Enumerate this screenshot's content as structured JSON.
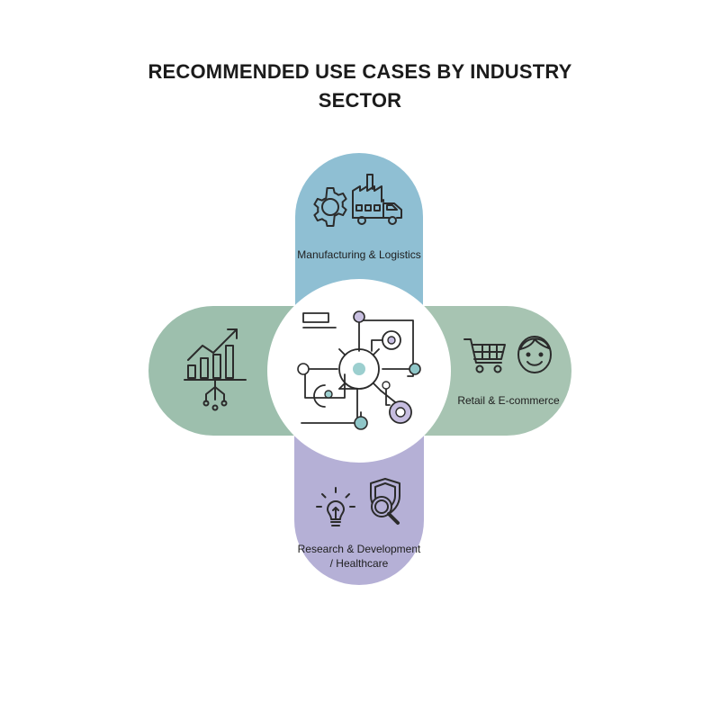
{
  "title": {
    "line1": "RECOMMENDED USE CASES BY INDUSTRY",
    "line2": "SECTOR"
  },
  "sectors": [
    {
      "position": "top",
      "label": "Manufacturing & Logistics",
      "color": "#8fbfd3",
      "icons": [
        "gear-icon",
        "factory-icon",
        "truck-icon"
      ]
    },
    {
      "position": "right",
      "label": "Retail & E-commerce",
      "color": "#a7c4b2",
      "icons": [
        "shopping-cart-icon",
        "smiley-face-icon"
      ]
    },
    {
      "position": "bottom",
      "label_line1": "Research & Development",
      "label_line2": "/ Healthcare",
      "color": "#b5b0d6",
      "icons": [
        "lightbulb-icon",
        "shield-magnifier-icon"
      ]
    },
    {
      "position": "left",
      "label": "",
      "color": "#9dbfad",
      "icons": [
        "growth-chart-icon"
      ]
    }
  ],
  "center": {
    "icons": [
      "network-hub-icon"
    ],
    "accent_colors": [
      "#c8bfe0",
      "#9ccfcf",
      "#8fc6c8",
      "#c6bde0"
    ]
  },
  "line_color": "#2b2b2b"
}
